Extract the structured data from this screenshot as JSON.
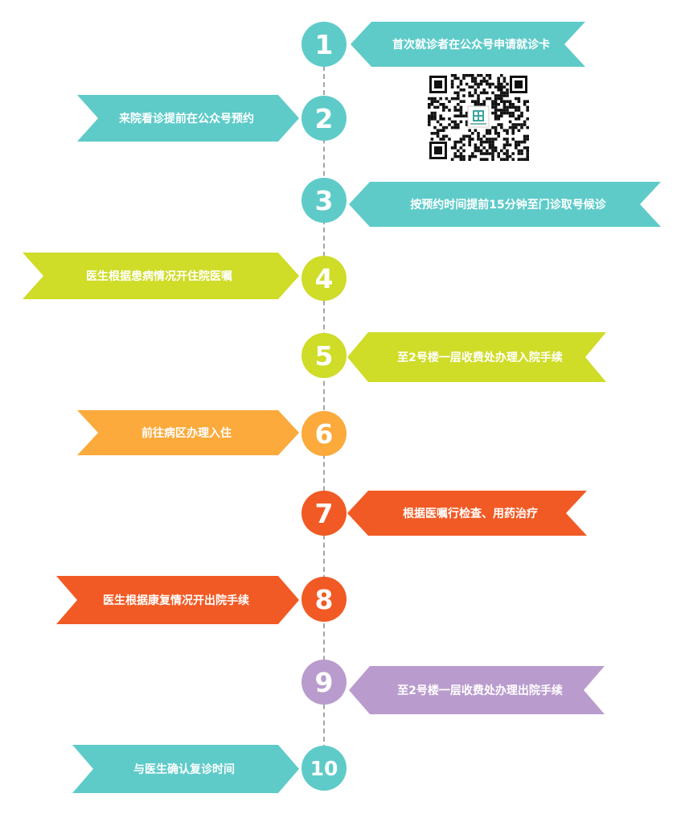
{
  "steps": [
    {
      "num": "1",
      "text": "首次就诊者在公众号申请就诊卡"
    },
    {
      "num": "2",
      "text": "来院看诊提前在公众号预约"
    },
    {
      "num": "3",
      "text": "按预约时间提前15分钟至门诊取号候诊"
    },
    {
      "num": "4",
      "text": "医生根据患病情况开住院医嘱"
    },
    {
      "num": "5",
      "text": "至2号楼一层收费处办理入院手续"
    },
    {
      "num": "6",
      "text": "前往病区办理入住"
    },
    {
      "num": "7",
      "text": "根据医嘱行检查、用药治疗"
    },
    {
      "num": "8",
      "text": "医生根据康复情况开出院手续"
    },
    {
      "num": "9",
      "text": "至2号楼一层收费处办理出院手续"
    },
    {
      "num": "10",
      "text": "与医生确认复诊时间"
    }
  ],
  "colors": {
    "teal": "#5ecbc9",
    "lime": "#cfdc28",
    "orange": "#fbaa3b",
    "red": "#f15a24",
    "purple": "#b99ccd"
  },
  "qr_icon": "qr-code-icon"
}
